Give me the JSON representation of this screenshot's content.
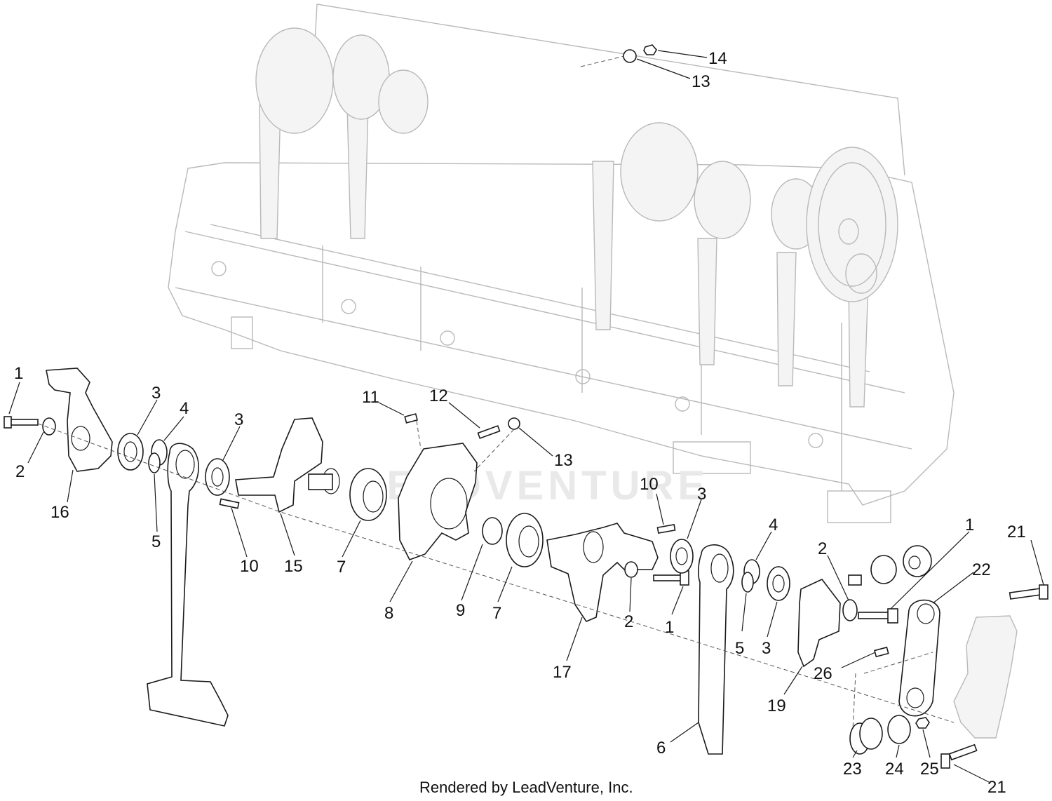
{
  "footer": "Rendered by LeadVenture, Inc.",
  "watermark": "LEADVENTURE",
  "callouts": [
    {
      "id": "c1a",
      "text": "1"
    },
    {
      "id": "c2a",
      "text": "2"
    },
    {
      "id": "c16",
      "text": "16"
    },
    {
      "id": "c3a",
      "text": "3"
    },
    {
      "id": "c4a",
      "text": "4"
    },
    {
      "id": "c5a",
      "text": "5"
    },
    {
      "id": "c3b",
      "text": "3"
    },
    {
      "id": "c10a",
      "text": "10"
    },
    {
      "id": "c15",
      "text": "15"
    },
    {
      "id": "c11",
      "text": "11"
    },
    {
      "id": "c12",
      "text": "12"
    },
    {
      "id": "c13a",
      "text": "13"
    },
    {
      "id": "c7a",
      "text": "7"
    },
    {
      "id": "c8",
      "text": "8"
    },
    {
      "id": "c9",
      "text": "9"
    },
    {
      "id": "c7b",
      "text": "7"
    },
    {
      "id": "c10b",
      "text": "10"
    },
    {
      "id": "c3c",
      "text": "3"
    },
    {
      "id": "c17",
      "text": "17"
    },
    {
      "id": "c2b",
      "text": "2"
    },
    {
      "id": "c1b",
      "text": "1"
    },
    {
      "id": "c4b",
      "text": "4"
    },
    {
      "id": "c5b",
      "text": "5"
    },
    {
      "id": "c3d",
      "text": "3"
    },
    {
      "id": "c6",
      "text": "6"
    },
    {
      "id": "c2c",
      "text": "2"
    },
    {
      "id": "c1c",
      "text": "1"
    },
    {
      "id": "c19",
      "text": "19"
    },
    {
      "id": "c26",
      "text": "26"
    },
    {
      "id": "c22",
      "text": "22"
    },
    {
      "id": "c21a",
      "text": "21"
    },
    {
      "id": "c21b",
      "text": "21"
    },
    {
      "id": "c23",
      "text": "23"
    },
    {
      "id": "c24",
      "text": "24"
    },
    {
      "id": "c25",
      "text": "25"
    },
    {
      "id": "c14",
      "text": "14"
    },
    {
      "id": "c13b",
      "text": "13"
    }
  ]
}
